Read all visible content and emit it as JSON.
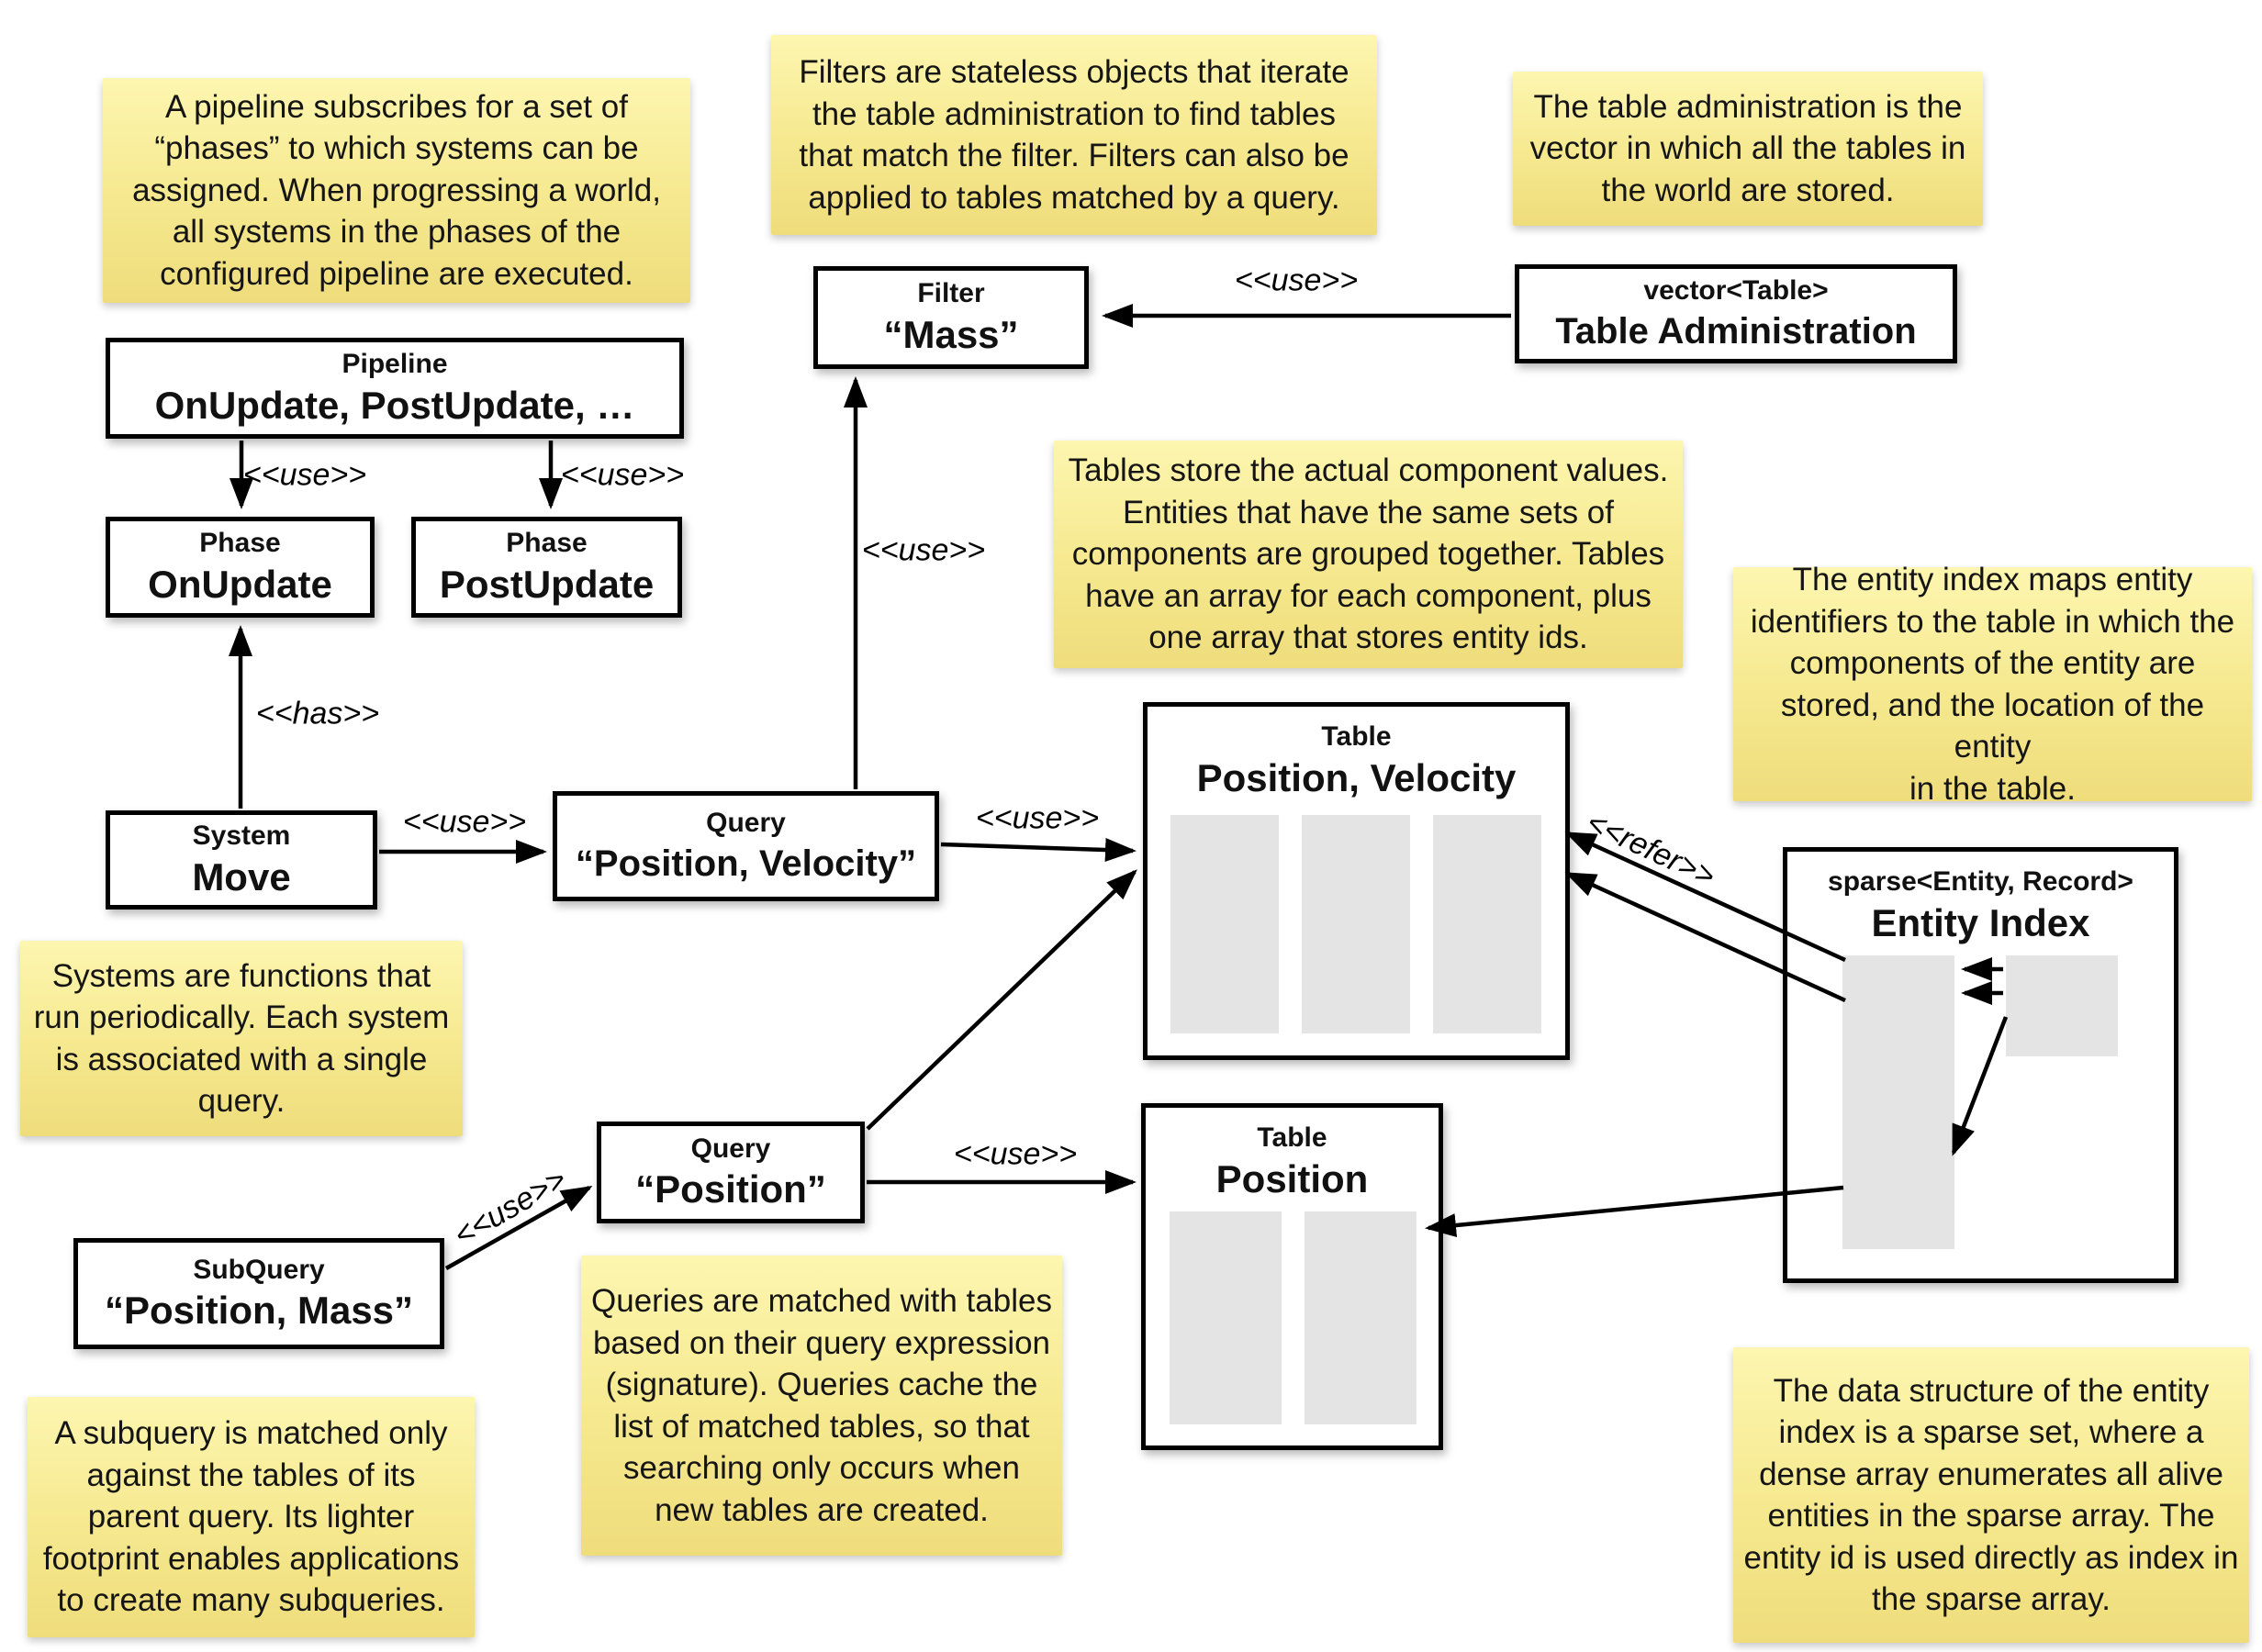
{
  "colors": {
    "note_top": "#fdf6b0",
    "note_bottom": "#efdd7c",
    "box_border": "#000000",
    "array_gray": "#e4e4e4",
    "background": "#ffffff"
  },
  "notes": {
    "pipeline": "A pipeline subscribes for a set of\n“phases” to which systems can be\nassigned. When progressing a world,\nall systems in the phases of the\nconfigured pipeline are executed.",
    "filters": "Filters are stateless objects that iterate\nthe table administration to find tables\nthat match the filter. Filters can also be\napplied to tables matched by a query.",
    "table_admin": "The table administration is the\nvector in which all the tables in\nthe world are stored.",
    "tables": "Tables store the actual component values.\nEntities that have the same sets of\ncomponents are grouped together. Tables\nhave an array for each component, plus\none array that stores entity ids.",
    "entity_index": "The entity index maps entity\nidentifiers to the table in which the\ncomponents of the entity are\nstored, and the location of the entity\nin the table.",
    "systems": "Systems are functions that\nrun periodically. Each system\nis associated with a single\nquery.",
    "queries": "Queries are matched with tables\nbased on their query expression\n(signature). Queries cache the\nlist of matched tables, so that\nsearching only occurs when\nnew tables are created.",
    "subquery": "A subquery is matched only\nagainst the tables of its\nparent query. Its lighter\nfootprint enables applications\nto create many subqueries.",
    "sparse_set": "The data structure of the entity\nindex is a sparse set, where a\ndense array enumerates all alive\nentities in the sparse array. The\nentity id is used directly as index in\nthe sparse array."
  },
  "boxes": {
    "filter": {
      "type": "Filter",
      "name": "“Mass”"
    },
    "table_admin": {
      "type": "vector<Table>",
      "name": "Table Administration"
    },
    "pipeline": {
      "type": "Pipeline",
      "name": "OnUpdate, PostUpdate, …"
    },
    "phase_onupdate": {
      "type": "Phase",
      "name": "OnUpdate"
    },
    "phase_postupdate": {
      "type": "Phase",
      "name": "PostUpdate"
    },
    "system_move": {
      "type": "System",
      "name": "Move"
    },
    "query_pv": {
      "type": "Query",
      "name": "“Position, Velocity”"
    },
    "query_p": {
      "type": "Query",
      "name": "“Position”"
    },
    "subquery": {
      "type": "SubQuery",
      "name": "“Position, Mass”"
    },
    "table_pv": {
      "type": "Table",
      "name": "Position, Velocity"
    },
    "table_p": {
      "type": "Table",
      "name": "Position"
    },
    "entity_index": {
      "type": "sparse<Entity, Record>",
      "name": "Entity Index"
    }
  },
  "edge_labels": {
    "use_tableadmin_filter": "<<use>>",
    "use_pipeline_onupdate": "<<use>>",
    "use_pipeline_postupdate": "<<use>>",
    "has_system_phase": "<<has>>",
    "use_system_query": "<<use>>",
    "use_query_filter": "<<use>>",
    "use_querypv_tablepv": "<<use>>",
    "use_queryp_tablep": "<<use>>",
    "use_subquery_queryp": "<<use>>",
    "refer_entityindex_table": "<<refer>>"
  }
}
